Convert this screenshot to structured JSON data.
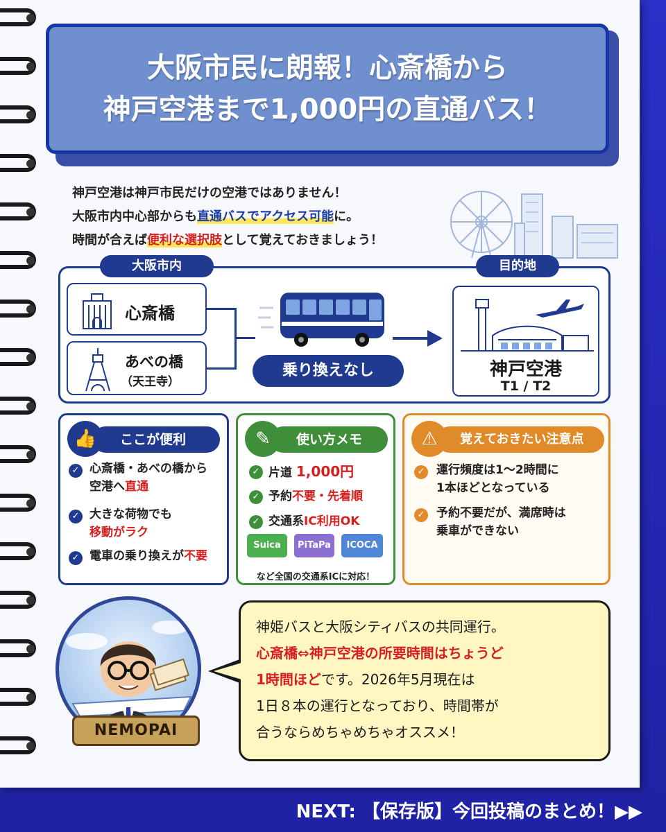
{
  "title": {
    "line1": "大阪市民に朗報！心斎橋から",
    "line2": "神戸空港まで1,000円の直通バス！"
  },
  "intro": {
    "line1": "神戸空港は神戸市民だけの空港ではありません！",
    "line2_pre": "大阪市内中心部からも",
    "line2_hl": "直通バスでアクセス可能",
    "line2_post": "に。",
    "line3_pre": "時間が合えば",
    "line3_hl": "便利な選択肢",
    "line3_post": "として覚えておきましょう！"
  },
  "route": {
    "origin_label": "大阪市内",
    "stop1": "心斎橋",
    "stop2_name": "あべの橋",
    "stop2_sub": "（天王寺）",
    "transfer": "乗り換えなし",
    "dest_label": "目的地",
    "dest_name": "神戸空港",
    "dest_terminals": "T1 / T2"
  },
  "card1": {
    "heading": "ここが便利",
    "item1_line1": "心斎橋・あべの橋から",
    "item1_line2_pre": "空港へ",
    "item1_line2_red": "直通",
    "item2_line1": "大きな荷物でも",
    "item2_line2_red": "移動がラク",
    "item3_pre": "電車の乗り換えが",
    "item3_red": "不要"
  },
  "card2": {
    "heading": "使い方メモ",
    "item1_pre": "片道",
    "item1_red": "1,000円",
    "item2_pre": "予約",
    "item2_red": "不要・先着順",
    "item3_pre": "交通系",
    "item3_red": "IC利用OK",
    "ic1": "Suica",
    "ic2": "PiTaPa",
    "ic3": "ICOCA",
    "note": "など全国の交通系ICに対応！"
  },
  "card3": {
    "heading": "覚えておきたい注意点",
    "item1_line1": "運行頻度は1～2時間に",
    "item1_line2": "1本ほどとなっている",
    "item2_line1": "予約不要だが、満席時は",
    "item2_line2": "乗車ができない"
  },
  "avatar": {
    "banner": "NEMOPAI"
  },
  "bubble": {
    "line1": "神姫バスと大阪シティバスの共同運行。",
    "line2_red": "心斎橋⇔神戸空港の所要時間はちょうど",
    "line3_red": "1時間ほど",
    "line3_post": "です。2026年5月現在は",
    "line4": "1日８本の運行となっており、時間帯が",
    "line5": "合うならめちゃめちゃオススメ！"
  },
  "footer": {
    "text": "NEXT: 【保存版】今回投稿のまとめ！▶▶"
  },
  "colors": {
    "navy": "#203a8f",
    "title_fill": "#6f8fcf",
    "accent_red": "#d62020",
    "card1": "#203a8f",
    "card2": "#3f8f3a",
    "card3": "#e08a2a",
    "bubble": "#fff7c2",
    "background": "#2b2fc7"
  }
}
